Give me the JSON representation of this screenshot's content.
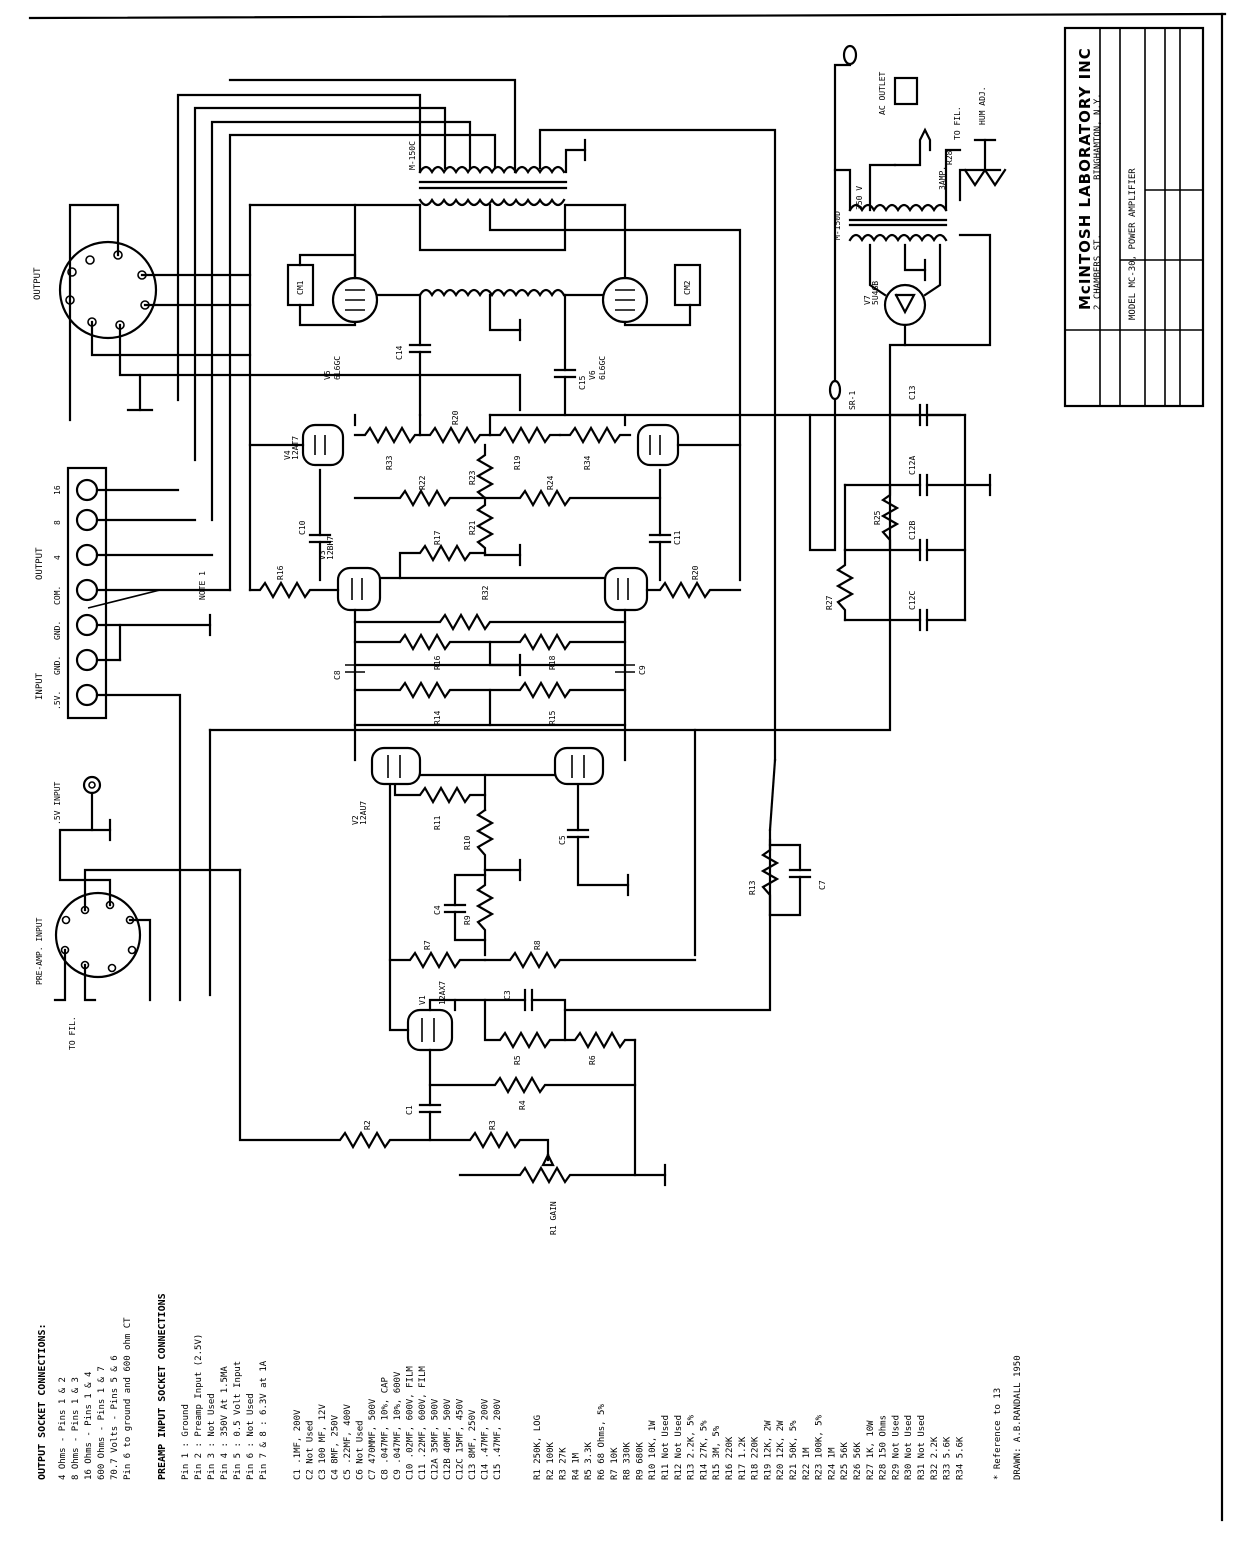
{
  "title_block": {
    "company": "McINTOSH LABORATORY INC",
    "address": "2 CHAMBERS ST.",
    "city": "BINGHAMTON, N.Y.",
    "model": "MODEL MC-30, POWER AMPLIFIER"
  },
  "output_socket": {
    "label": "OUTPUT",
    "heading": "OUTPUT SOCKET CONNECTIONS:",
    "rows": [
      "4 Ohms     - Pins 1 & 2",
      "8 Ohms     - Pins 1 & 3",
      "16 Ohms    - Pins 1 & 4",
      "600 Ohms   - Pins 1 & 7",
      "70.7 Volts - Pins 5 & 6",
      "Pin 6 to ground and 600 ohm CT"
    ]
  },
  "preamp_socket": {
    "label": "PRE-AMP. INPUT",
    "heading": "PREAMP INPUT SOCKET CONNECTIONS",
    "rows": [
      "Pin 1    : Ground",
      "Pin 2    : Preamp Input (2.5V)",
      "Pin 3    : Not Used",
      "Pin 4    : 350V At 1.5MA",
      "Pin 5    : 0.5 Volt Input",
      "Pin 6    : Not Used",
      "Pin 7 & 8 : 6.3V at 1A"
    ]
  },
  "terminal_strip": {
    "group_input": "INPUT",
    "group_output": "OUTPUT",
    "labels": [
      ".5V.",
      "GND.",
      "GND.",
      "COM.",
      "4",
      "8",
      "16"
    ]
  },
  "parts": {
    "capacitors": [
      "C1   .1MF, 200V",
      "C2   Not Used",
      "C3   100 MF, 12V",
      "C4   8MF, 250V",
      "C5   .22MF, 400V",
      "C6   Not Used",
      "C7   470MMF, 500V",
      "C8   .047MF, 10%, CAP",
      "C9   .047MF, 10%, 600V",
      "C10  .02MF, 600V, FILM",
      "C11  .22MF, 600V, FILM",
      "C12A 35MF, 500V",
      "C12B 40MF, 500V",
      "C12C 15MF, 450V",
      "C13  8MF, 250V",
      "C14  .47MF, 200V",
      "C15  .47MF, 200V"
    ],
    "resistors": [
      "R1   250K, LOG",
      "R2   100K",
      "R3   27K",
      "R4   1M",
      "R5   3.3K",
      "R6   68 Ohms, 5%",
      "R7   10K",
      "R8   330K",
      "R9   680K",
      "R10  10K, 1W",
      "R11  Not Used",
      "R12  Not Used",
      "R13  2.2K, 5%",
      "R14  27K, 5%",
      "R15  3M, 5%",
      "R16  220K",
      "R17  1.2K",
      "R18  220K",
      "R19  12K, 2W",
      "R20  12K, 2W",
      "R21  50K, 5%",
      "R22  1M",
      "R23  100K, 5%",
      "R24  1M",
      "R25  56K",
      "R26  56K",
      "R27  1K, 10W",
      "R28  150 Ohms",
      "R29  Not Used",
      "R30  Not Used",
      "R31  Not Used",
      "R32  2.2K",
      "R33  5.6K",
      "R34  5.6K"
    ],
    "footer": "* Reference to 13",
    "footer2": "DRAWN: A.B.RANDALL 1950"
  },
  "schematic": {
    "tubes": [
      {
        "ref": "V1",
        "type": "12AX7"
      },
      {
        "ref": "V2",
        "type": "12AU7"
      },
      {
        "ref": "V3",
        "type": "12BH7"
      },
      {
        "ref": "V4",
        "type": "12AT7"
      },
      {
        "ref": "V5",
        "type": "6L6GC"
      },
      {
        "ref": "V6",
        "type": "6L6GC"
      },
      {
        "ref": "V7",
        "type": "5U4GB"
      }
    ],
    "labels": {
      "output_transformer": "M-150C",
      "power_transformer": "M-150D",
      "cm1": "CM1",
      "cm2": "CM2",
      "gain": "R1 GAIN",
      "note": "NOTE 1",
      "fuse": "3AMP.",
      "ac_outlet": "AC OUTLET",
      "input_5v": ".5V INPUT",
      "to_fil": "TO FIL.",
      "to_fil_power": "TO FIL.",
      "hum_adj": "HUM ADJ.",
      "hv_label": "350 V",
      "sr": "SR-1",
      "r28": "R28"
    }
  }
}
